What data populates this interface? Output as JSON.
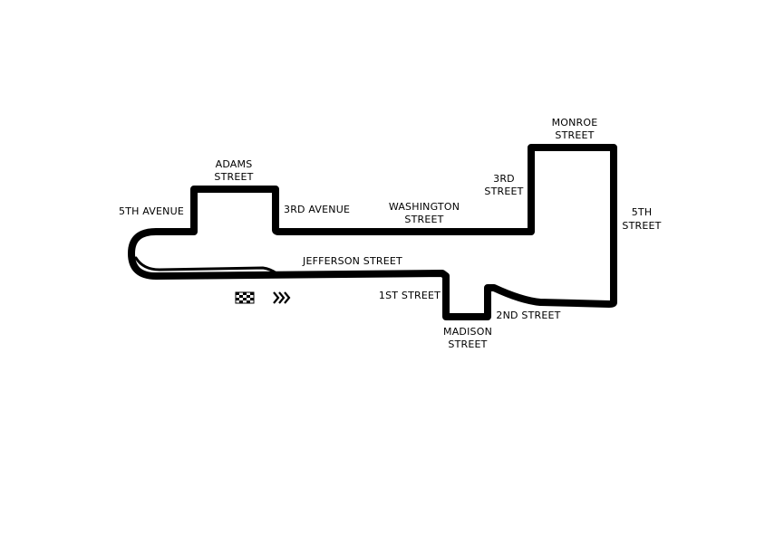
{
  "map": {
    "colors": {
      "background": "#ffffff",
      "track": "#000000",
      "text": "#000000"
    },
    "icons": {
      "start_finish": "checkered-flag-icon",
      "direction": "direction-arrows-icon"
    },
    "streets": {
      "adams_line1": "ADAMS",
      "adams_line2": "STREET",
      "fifth_avenue": "5TH AVENUE",
      "third_avenue": "3RD AVENUE",
      "washington_line1": "WASHINGTON",
      "washington_line2": "STREET",
      "third_street_line1": "3RD",
      "third_street_line2": "STREET",
      "monroe_line1": "MONROE",
      "monroe_line2": "STREET",
      "fifth_street_line1": "5TH",
      "fifth_street_line2": "STREET",
      "jefferson": "JEFFERSON STREET",
      "first_street": "1ST STREET",
      "madison_line1": "MADISON",
      "madison_line2": "STREET",
      "second_street": "2ND STREET"
    }
  }
}
